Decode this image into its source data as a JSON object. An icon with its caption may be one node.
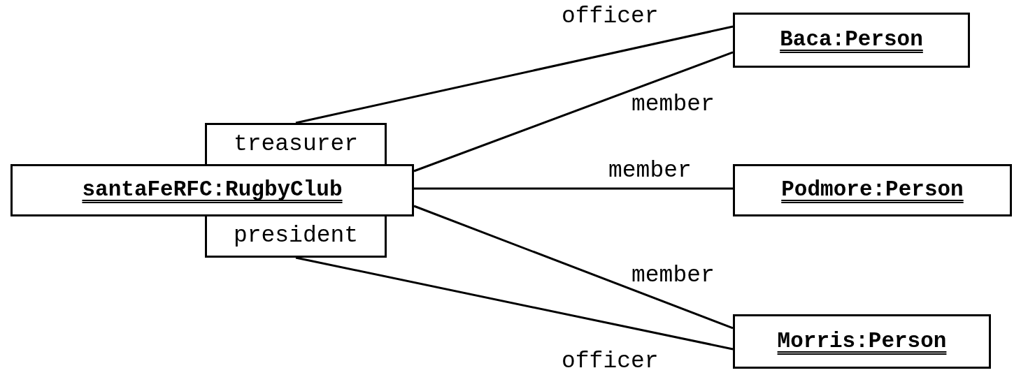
{
  "diagram": {
    "nodes": [
      {
        "text": [
          "santaFeRFC:RugbyClub"
        ]
      },
      {
        "text": [
          "treasurer"
        ]
      },
      {
        "text": [
          "president"
        ]
      },
      {
        "text": [
          "Baca:Person"
        ]
      },
      {
        "text": [
          "Podmore:Person"
        ]
      },
      {
        "text": [
          "Morris:Person"
        ]
      }
    ],
    "edges": [
      {
        "from": 1,
        "to": 3,
        "arrow": "none",
        "label": "officer"
      },
      {
        "from": 0,
        "to": 3,
        "arrow": "none",
        "label": "member"
      },
      {
        "from": 0,
        "to": 4,
        "arrow": "none",
        "label": "member"
      },
      {
        "from": 0,
        "to": 5,
        "arrow": "none",
        "label": "member"
      },
      {
        "from": 2,
        "to": 5,
        "arrow": "none",
        "label": "officer"
      }
    ]
  }
}
